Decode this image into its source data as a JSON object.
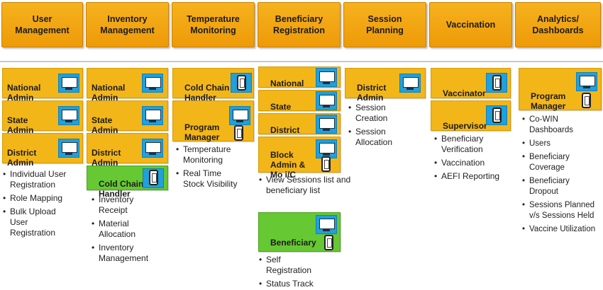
{
  "headers": [
    "User\nManagement",
    "Inventory\nManagement",
    "Temperature\nMonitoring",
    "Beneficiary\nRegistration",
    "Session\nPlanning",
    "Vaccination",
    "Analytics/\nDashboards"
  ],
  "user_mgmt": {
    "roles": [
      "National\nAdmin",
      "State\nAdmin",
      "District\nAdmin"
    ],
    "tasks": [
      "Individual User\nRegistration",
      "Role Mapping",
      "Bulk Upload\nUser\nRegistration"
    ]
  },
  "inventory": {
    "roles": [
      "National\nAdmin",
      "State\nAdmin",
      "District\nAdmin",
      "Cold Chain\nHandler"
    ],
    "tasks": [
      "Inventory\nReceipt",
      "Material\nAllocation",
      "Inventory\nManagement"
    ]
  },
  "temperature": {
    "roles": [
      "Cold Chain\nHandler",
      "Program\nManager"
    ],
    "tasks": [
      "Temperature\nMonitoring",
      "Real Time\nStock Visibility"
    ]
  },
  "beneficiary": {
    "roles": [
      "National\nAdmin",
      "State\nAdmin",
      "District\nAdmin",
      "Block\nAdmin &\nMo i/C"
    ],
    "tasks": [
      "View Sessions list and\nbeneficiary list"
    ],
    "self_role": "Beneficiary",
    "self_tasks": [
      "Self\nRegistration",
      "Status Track"
    ]
  },
  "session": {
    "roles": [
      "District\nAdmin"
    ],
    "tasks": [
      "Session\nCreation",
      "Session\nAllocation"
    ]
  },
  "vaccination": {
    "roles": [
      "Vaccinator",
      "Supervisor"
    ],
    "tasks": [
      "Beneficiary\nVerification",
      "Vaccination",
      "AEFI Reporting"
    ]
  },
  "analytics": {
    "roles": [
      "Program\nManager"
    ],
    "tasks": [
      "Co-WIN\nDashboards",
      "Users",
      "Beneficiary\nCoverage",
      "Beneficiary\nDropout",
      "Sessions Planned\nv/s Sessions Held",
      "Vaccine Utilization"
    ]
  },
  "colors": {
    "header": "#f0a30f",
    "card": "#f3b619",
    "card_green": "#66c832",
    "icon_blue": "#20a0dc"
  },
  "icons": [
    "monitor-icon",
    "phone-icon"
  ]
}
